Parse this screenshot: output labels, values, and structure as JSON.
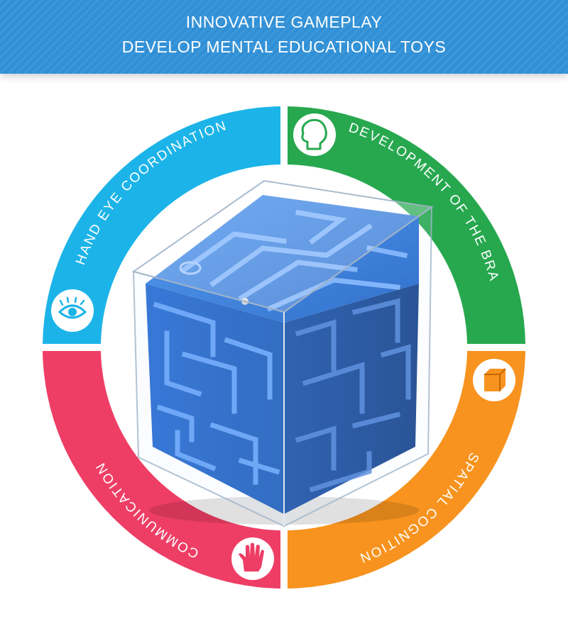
{
  "banner": {
    "line1": "INNOVATIVE GAMEPLAY",
    "line2": "DEVELOP MENTAL EDUCATIONAL TOYS"
  },
  "quadrants": [
    {
      "label": "HAND EYE COORDINATION",
      "color": "#1cb4e8",
      "icon": "eye-icon"
    },
    {
      "label": "DEVELOPMENT OF THE BRAIN",
      "color": "#27a84f",
      "icon": "head-icon"
    },
    {
      "label": "SPATIAL COGNITION",
      "color": "#f7931e",
      "icon": "cube-icon"
    },
    {
      "label": "COMMUNICATION",
      "color": "#ee3e66",
      "icon": "hand-icon"
    }
  ],
  "product": {
    "color": "#1f6fd4",
    "image": "3d-maze-cube"
  }
}
